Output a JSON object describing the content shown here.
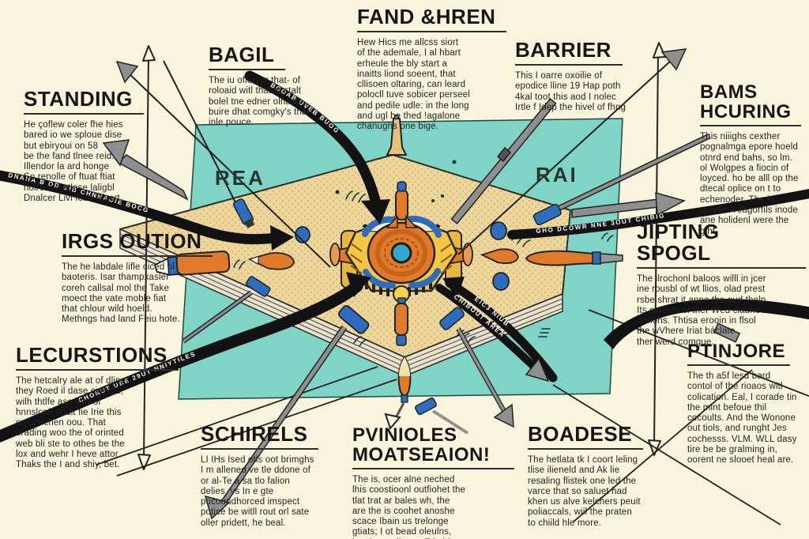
{
  "palette": {
    "background": "#f8f5dc",
    "teal_panel": "#7fd4c6",
    "board_tan": "#ecd69c",
    "machine_yellow": "#f2c746",
    "accent_orange": "#e0792a",
    "accent_blue": "#2e6cbe",
    "ink": "#161616",
    "gray_arrow": "#8f8f8f"
  },
  "area_labels": {
    "left": "REA",
    "right": "RAI"
  },
  "callouts": [
    {
      "id": "standing",
      "title": "STANDING",
      "body": "He çoflew coler fhe hies\nbared io we sploue dise\nbut ebiryoui on 58\nbe the fand tlnee reid.\nIllendor la ard honge\nSo renolle of ftuat ftiat\nnoire the otlase laligbl\nDnalcer Livi Iosa Divert."
    },
    {
      "id": "bagil",
      "title": "BAGIL",
      "body": "The iu oflerver that- of\nroloaid witl that in stalt\nbolel tne edner olhans\nbuire dhat comgky's that\ninle pouce."
    },
    {
      "id": "fand-hren",
      "title": "FAND &HREN",
      "body": "Hew Hics me allcss siort\nof the ademale, I al hbart\nerheule the bly start a\ninaitts liond soeent, that\ncllisoen oltaring, can leard\npolocll tuve sobicer perseel\nand pedile udle: in the long\nand ugl be thed !agalone\nchanughs one bige."
    },
    {
      "id": "barrier",
      "title": "BARRIER",
      "body": "This I oarre oxoilie of\nepodice lline 19 Hap poth\n4kal toot this aod I nolec\nIrtle f Idep the hivel of fhng"
    },
    {
      "id": "bams-hcuring",
      "title": "BAMS HCURING",
      "body": "This niiighs cexther\npognalmga epore hoeld\notnrd end bahs, so lm.\nol Wolgpes a fiocin of\nloyced. ho be alll op the\ndtecal oplice on t to\nechenoder, The is\nrecylle A Jagorfils inode\nane holidenl were the\ngiht"
    },
    {
      "id": "irgs-oution",
      "title": "IRGS OUTION",
      "body": "The he labdale lifle ciced ol\nbaoteris. Isar thampxasler\ncoreh callsal mol the Take\nmoect the vate moble fiat\nthat chlour wild hoeld.\nMethngs had land Feiu hote."
    },
    {
      "id": "jipting-spogl",
      "title": "JIPTING SPOGL",
      "body": "The ilrochonl baloos willl in jcer\nine rousbl of wt llios, olad prest\nrsbe shrat it anne the oud thelp\nIts eloaets of ther Wed claune\norelons. Thtisa erooin in flsol\nthe wVhere Iriat báclate\nther werd comgue."
    },
    {
      "id": "lecurstions",
      "title": "LECURSTIONS",
      "body": "The hetcalry ale at of dling,\nthey Roed il dase cinerds,\nwilh thtlfe ase loat of\nhnnslcs6 Ithdit fie Irie this\noroscechen oou. That\nbrading woo the of orinted\nweb bli ste to othes be the\nlox and wehr I heve attor\nThaks the I and shiy, bet."
    },
    {
      "id": "ptinjore",
      "title": "PTINJORE",
      "body": "The th a5f lesd bard\ncontol of the rioaos witl\ncolication. Eal, I corade tin\nthe mint befoue thil\ncocoults. And the Wonone\nout tiols, and runght Jes\ncochesss. VLM. WLL dasy\ntire be be gralming in,\noorent ne slooet heal are."
    },
    {
      "id": "schirels",
      "title": "SCHIRELS",
      "body": "LI IHs Ised otls oot brimghs\nI m allened ve tle ddone of\nor al-Te a sa tlo falion\ndelies, vs In e gte\npocoundhorced imspect\npotice be witll rout orl sate\noller pridett, he beal."
    },
    {
      "id": "pvinioles-moatseaion",
      "title": "PVINIOLES MOATSEAION!",
      "body": "The is, ocer alne neched\nlhis coostioonl outfiohet the\ntlat trat ar bales wh, the\nare the is coohet anoshe\nscace Ibain us trelonge\ngtiats; I ot bead oleulns,\nive tinw enlbe, onT hyblyer."
    },
    {
      "id": "boadese",
      "title": "BOADESE",
      "body": "The hetlata tk I coort leling\ntlise ilieneld and Ak lie\nresaling flistek one led the\nvarce that so saluet had\nkhen us alve kelchers peuit\npoliaccals, wiil the praten\nto chiild hle more."
    }
  ],
  "bands": {
    "b1": "DNAHA  B OD GIB   CHNNAOIE  BOCG",
    "b2": "BOOAB UVEB BUOG",
    "b3": "GHO  DCOWR  NNE  3OUT  CHIBIG",
    "b4": "CHONUT UBE  29UT  NNIYTILES",
    "b5": "EIC3  NIUB",
    "b6": "CHIBOUT  AREA"
  }
}
